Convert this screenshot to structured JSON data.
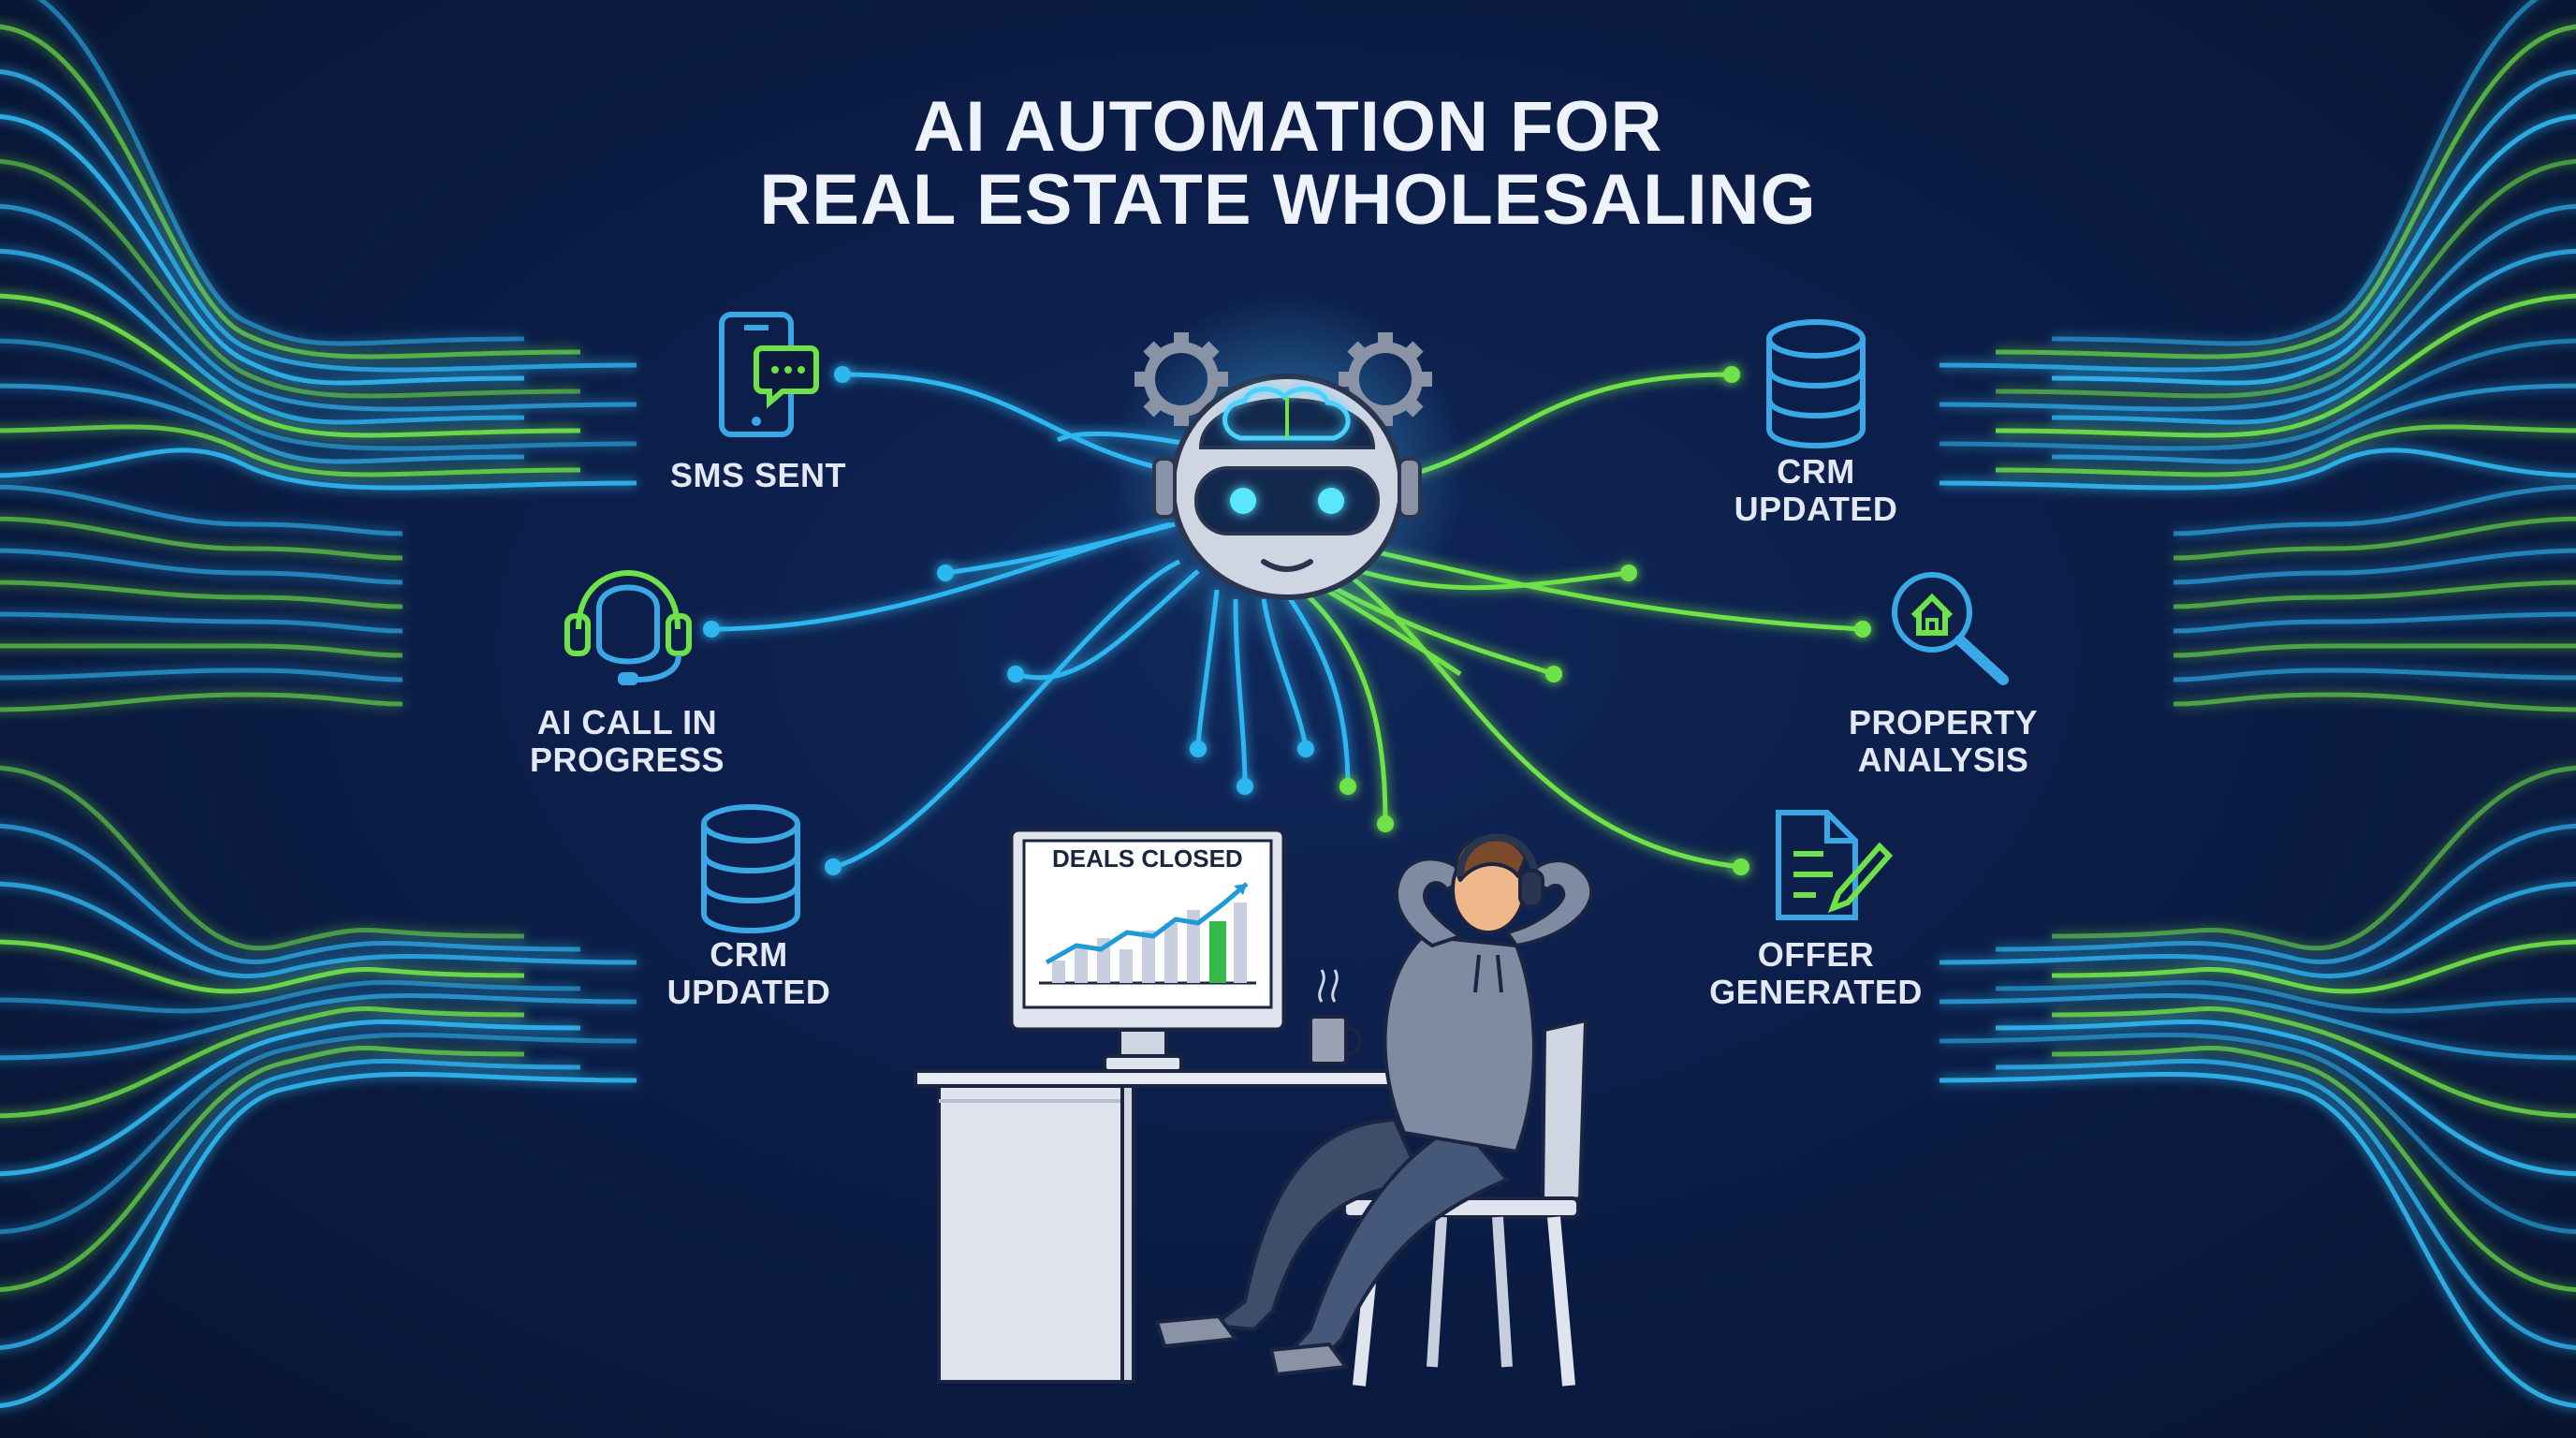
{
  "title": {
    "line1": "AI AUTOMATION FOR",
    "line2": "REAL ESTATE WHOLESALING"
  },
  "labels": {
    "sms_sent": "SMS SENT",
    "ai_call": [
      "AI CALL IN",
      "PROGRESS"
    ],
    "crm_left": [
      "CRM",
      "UPDATED"
    ],
    "crm_right": [
      "CRM",
      "UPDATED"
    ],
    "property_analysis": [
      "PROPERTY",
      "ANALYSIS"
    ],
    "offer_generated": [
      "OFFER",
      "GENERATED"
    ]
  },
  "monitor": {
    "chart_title": "DEALS CLOSED"
  },
  "colors": {
    "background": "#0b1a3d",
    "accent_blue": "#2fb6f0",
    "accent_green": "#6fe24a",
    "text": "#e3e8f4"
  },
  "icons": [
    "smartphone-chat-icon",
    "headset-icon",
    "database-icon",
    "house-magnifier-icon",
    "document-pen-icon",
    "robot-brain-icon",
    "gear-icon"
  ]
}
